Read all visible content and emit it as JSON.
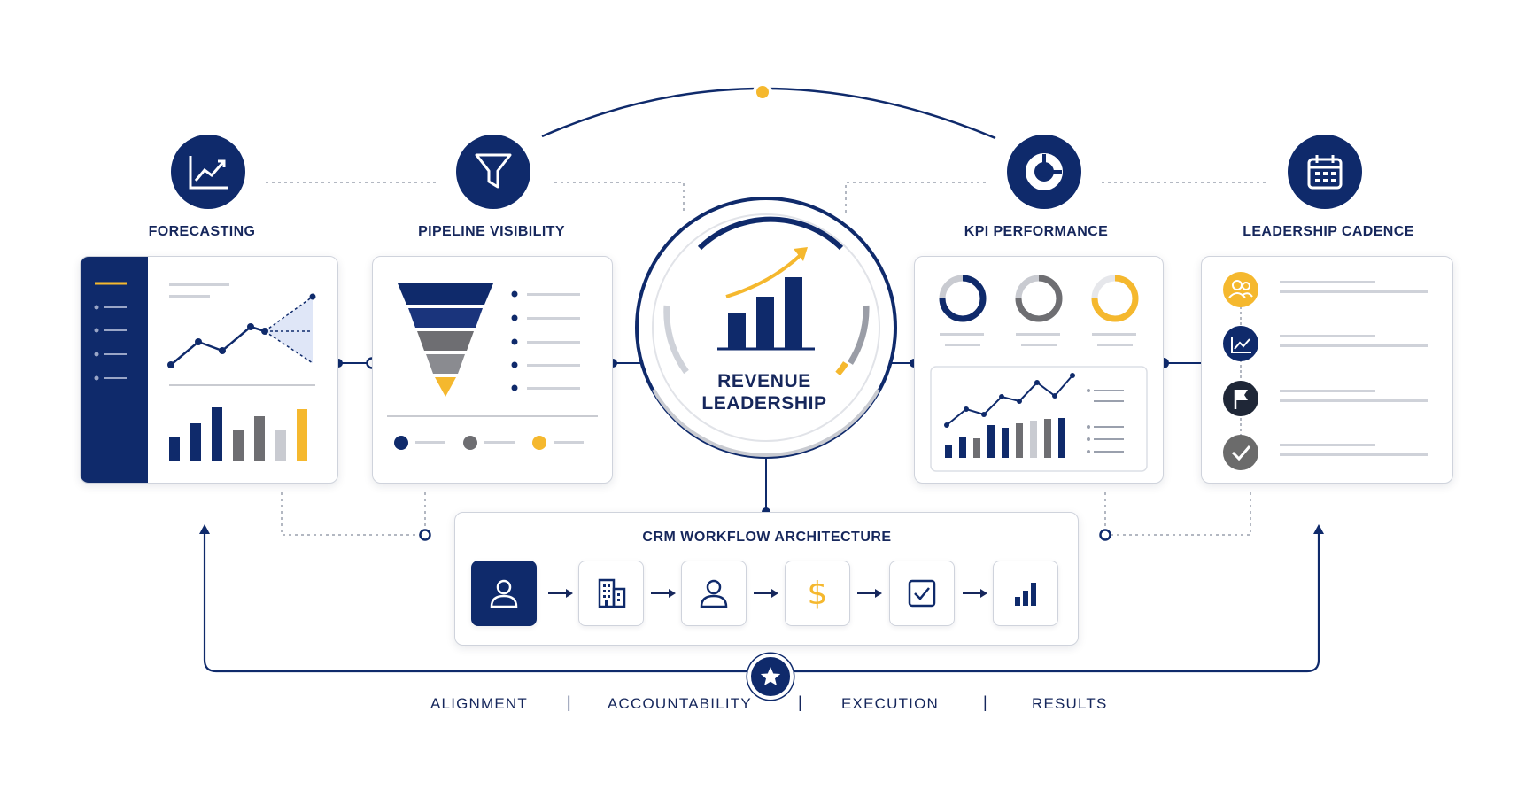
{
  "sections": {
    "forecasting": {
      "title": "FORECASTING",
      "icon": "line-chart-icon"
    },
    "pipeline": {
      "title": "PIPELINE VISIBILITY",
      "icon": "funnel-icon"
    },
    "kpi": {
      "title": "KPI PERFORMANCE",
      "icon": "donut-chart-icon"
    },
    "cadence": {
      "title": "LEADERSHIP CADENCE",
      "icon": "calendar-icon"
    }
  },
  "center": {
    "line1": "REVENUE",
    "line2": "LEADERSHIP",
    "icon": "bar-chart-trend-icon"
  },
  "crm": {
    "title": "CRM WORKFLOW ARCHITECTURE",
    "steps": [
      {
        "icon": "user-icon"
      },
      {
        "icon": "building-icon"
      },
      {
        "icon": "user-icon"
      },
      {
        "icon": "dollar-icon",
        "label": "$"
      },
      {
        "icon": "checkbox-icon"
      },
      {
        "icon": "bar-chart-icon"
      }
    ]
  },
  "values": [
    "ALIGNMENT",
    "ACCOUNTABILITY",
    "EXECUTION",
    "RESULTS"
  ],
  "separator": "|",
  "badge_icon": "star-icon",
  "cadence_items": [
    {
      "icon": "people-icon",
      "color": "#f5b82e"
    },
    {
      "icon": "trend-icon",
      "color": "#0f2a6b"
    },
    {
      "icon": "flag-icon",
      "color": "#1f2737"
    },
    {
      "icon": "check-icon",
      "color": "#6b6b6b"
    }
  ],
  "colors": {
    "navy": "#0f2a6b",
    "gold": "#f5b82e",
    "gray": "#6e6e72",
    "light_gray": "#c9cbd1",
    "lavender": "#dfe6f7"
  }
}
